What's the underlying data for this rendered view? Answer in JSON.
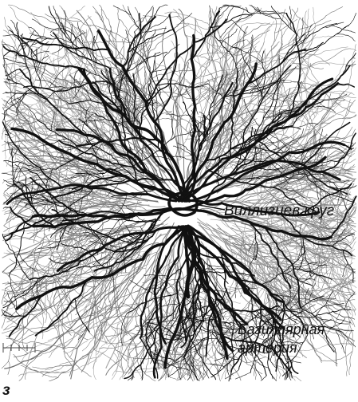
{
  "labels": {
    "circle_of_willis": "Виллизиев круг",
    "basilar_line1": "Базиллярная",
    "basilar_line2": "артерия",
    "panel": "з"
  },
  "colors": {
    "background": "#ffffff",
    "vessel_main": "#111111",
    "vessel_fine": "#6a6a6a",
    "vessel_faint": "#a8a8a8"
  }
}
